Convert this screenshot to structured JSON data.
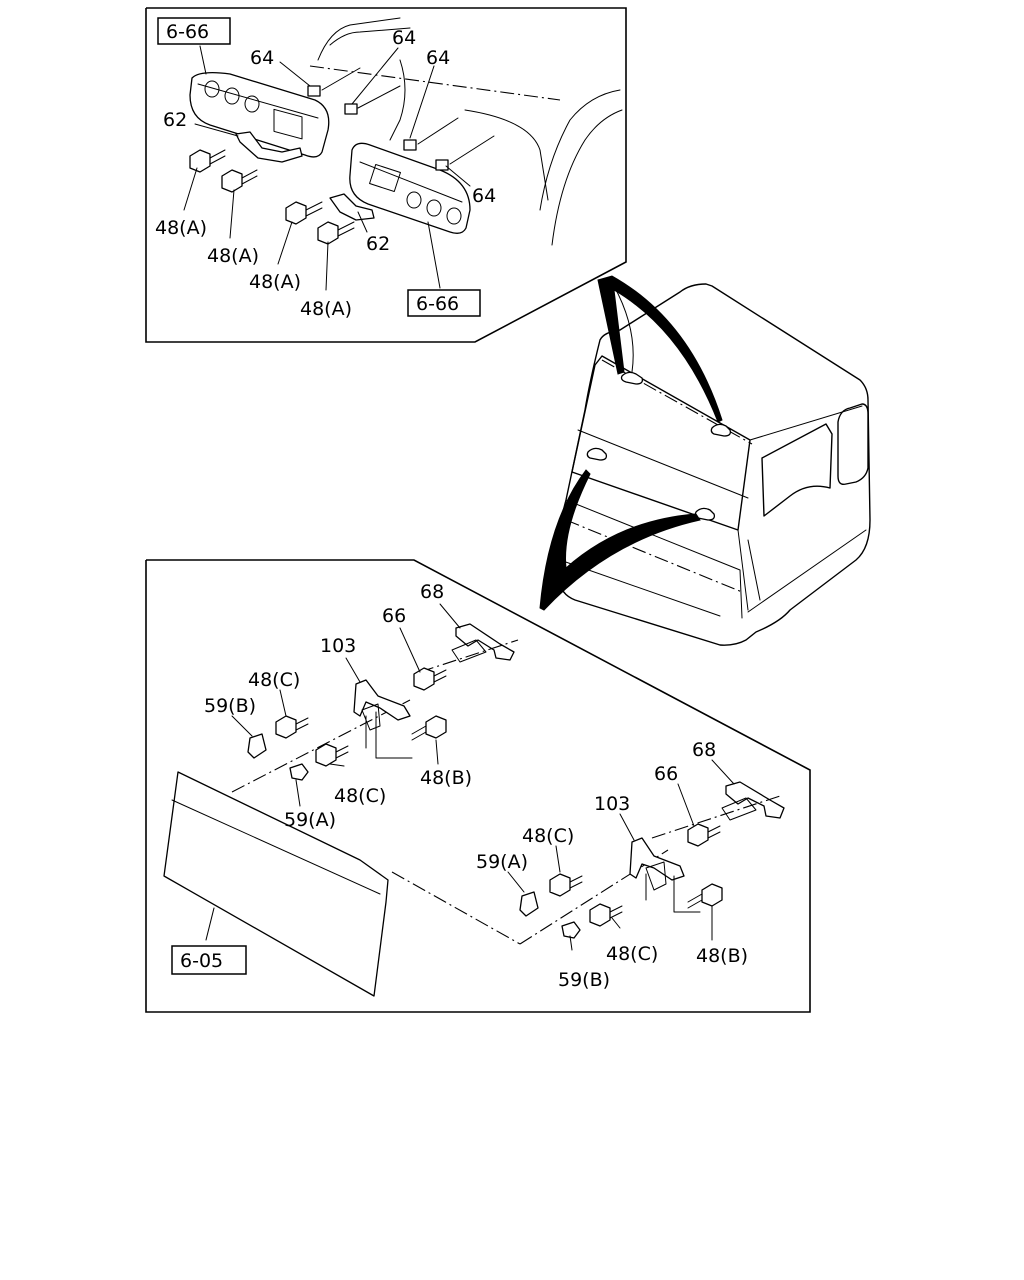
{
  "references": {
    "top_left": "6-66",
    "top_right": "6-66",
    "bottom": "6-05"
  },
  "top_panel": {
    "labels": {
      "p64a": "64",
      "p64b": "64",
      "p64c": "64",
      "p64d": "64",
      "p62a": "62",
      "p62b": "62",
      "p48a1": "48(A)",
      "p48a2": "48(A)",
      "p48a3": "48(A)",
      "p48a4": "48(A)"
    }
  },
  "bottom_panel": {
    "labels": {
      "p68a": "68",
      "p66a": "66",
      "p103a": "103",
      "p48ca": "48(C)",
      "p59ba": "59(B)",
      "p48cb": "48(C)",
      "p48ba": "48(B)",
      "p59aa": "59(A)",
      "p68b": "68",
      "p66b": "66",
      "p103b": "103",
      "p48cc": "48(C)",
      "p59ab": "59(A)",
      "p48cd": "48(C)",
      "p48bb": "48(B)",
      "p59bb": "59(B)"
    }
  }
}
